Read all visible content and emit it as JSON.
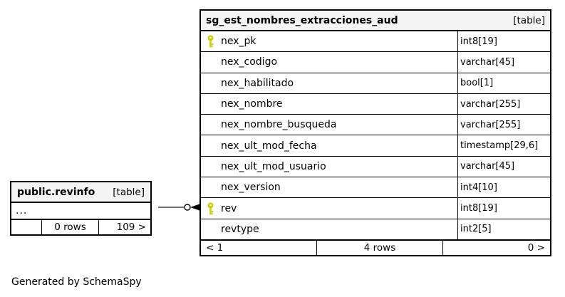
{
  "page": {
    "generated_note": "Generated by SchemaSpy"
  },
  "colors": {
    "header_bg": "#f4f4f4",
    "border": "#000000",
    "key_icon": "#cccc00",
    "connector_line": "#444444"
  },
  "main_table": {
    "title": "sg_est_nombres_extracciones_aud",
    "badge": "[table]",
    "columns": [
      {
        "name": "nex_pk",
        "type": "int8[19]",
        "primary_key": true
      },
      {
        "name": "nex_codigo",
        "type": "varchar[45]",
        "primary_key": false
      },
      {
        "name": "nex_habilitado",
        "type": "bool[1]",
        "primary_key": false
      },
      {
        "name": "nex_nombre",
        "type": "varchar[255]",
        "primary_key": false
      },
      {
        "name": "nex_nombre_busqueda",
        "type": "varchar[255]",
        "primary_key": false
      },
      {
        "name": "nex_ult_mod_fecha",
        "type": "timestamp[29,6]",
        "primary_key": false
      },
      {
        "name": "nex_ult_mod_usuario",
        "type": "varchar[45]",
        "primary_key": false
      },
      {
        "name": "nex_version",
        "type": "int4[10]",
        "primary_key": false
      },
      {
        "name": "rev",
        "type": "int8[19]",
        "primary_key": true
      },
      {
        "name": "revtype",
        "type": "int2[5]",
        "primary_key": false
      }
    ],
    "footer": {
      "parents": "< 1",
      "row_count": "4 rows",
      "children": "0 >"
    }
  },
  "related_table": {
    "title": "public.revinfo",
    "badge": "[table]",
    "collapsed_columns": "...",
    "footer": {
      "parents": "",
      "row_count": "0 rows",
      "children": "109 >"
    }
  }
}
